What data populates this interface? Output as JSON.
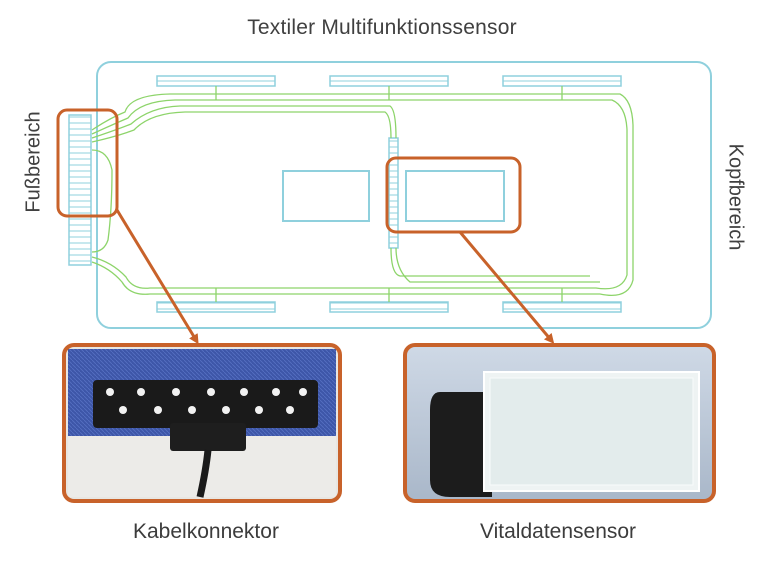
{
  "title": "Textiler Multifunktionssensor",
  "left_label": "Fußbereich",
  "right_label": "Kopfbereich",
  "captions": {
    "left": "Kabelkonnektor",
    "right": "Vitaldatensensor"
  },
  "colors": {
    "outline": "#8fd0dd",
    "wiring": "#8dd46a",
    "highlight": "#c8622a",
    "text": "#404040"
  }
}
